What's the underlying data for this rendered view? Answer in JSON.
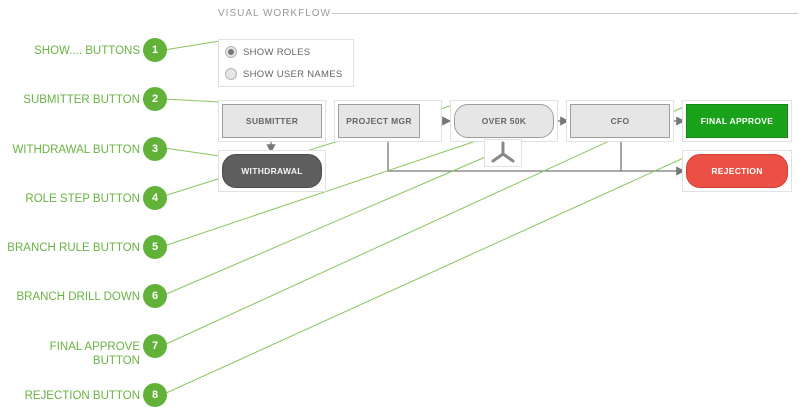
{
  "header": {
    "title": "VISUAL WORKFLOW"
  },
  "legend": [
    {
      "number": "1",
      "label": "SHOW.... BUTTONS"
    },
    {
      "number": "2",
      "label": "SUBMITTER BUTTON"
    },
    {
      "number": "3",
      "label": "WITHDRAWAL BUTTON"
    },
    {
      "number": "4",
      "label": "ROLE STEP BUTTON"
    },
    {
      "number": "5",
      "label": "BRANCH RULE BUTTON"
    },
    {
      "number": "6",
      "label": "BRANCH DRILL DOWN"
    },
    {
      "number": "7",
      "label": "FINAL APPROVE BUTTON"
    },
    {
      "number": "8",
      "label": "REJECTION BUTTON"
    }
  ],
  "view_toggle": {
    "options": [
      {
        "label": "SHOW ROLES",
        "selected": true
      },
      {
        "label": "SHOW USER NAMES",
        "selected": false
      }
    ]
  },
  "workflow": {
    "submitter": "SUBMITTER",
    "withdrawal": "WITHDRAWAL",
    "role_step": "PROJECT MGR",
    "branch_rule": "OVER 50K",
    "cfo": "CFO",
    "final_approve": "FINAL APPROVE",
    "rejection": "REJECTION"
  },
  "colors": {
    "callout_green": "#6bb244",
    "badge_green": "#62b23a",
    "final_approve": "#1aa31a",
    "rejection": "#ea5144",
    "withdrawal": "#5e5e5e",
    "node_fill": "#e6e6e6"
  },
  "icons": {
    "drill_down": "branch-drill-icon"
  }
}
